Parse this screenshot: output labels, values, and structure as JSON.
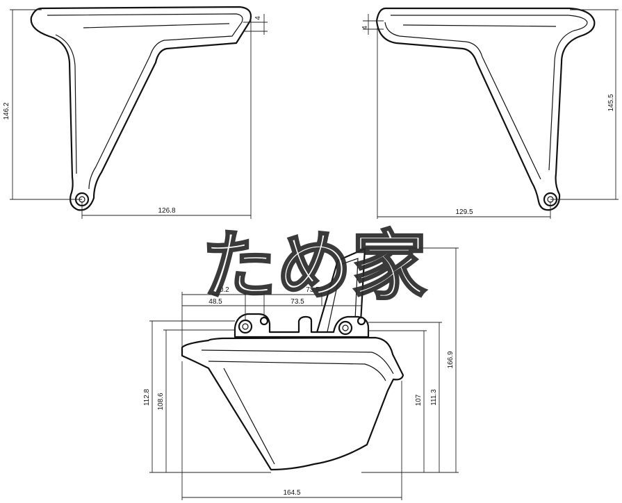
{
  "watermark": {
    "text": "ため家"
  },
  "dimensions": {
    "left_bracket": {
      "height": "146.2",
      "width": "126.8",
      "offset": "4"
    },
    "right_bracket": {
      "height": "145.5",
      "width": "129.5",
      "offset": "4"
    },
    "lower_part": {
      "hole_to_hole_a": "60.2",
      "hole_to_hole_b": "73.5",
      "hole_span_left": "48.5",
      "hole_span_right": "73.5",
      "height_left_outer": "112.8",
      "height_left_inner": "108.6",
      "height_right_inner": "107",
      "height_right_mid": "111.3",
      "height_right_outer": "166.9",
      "width_bottom": "164.5"
    }
  }
}
